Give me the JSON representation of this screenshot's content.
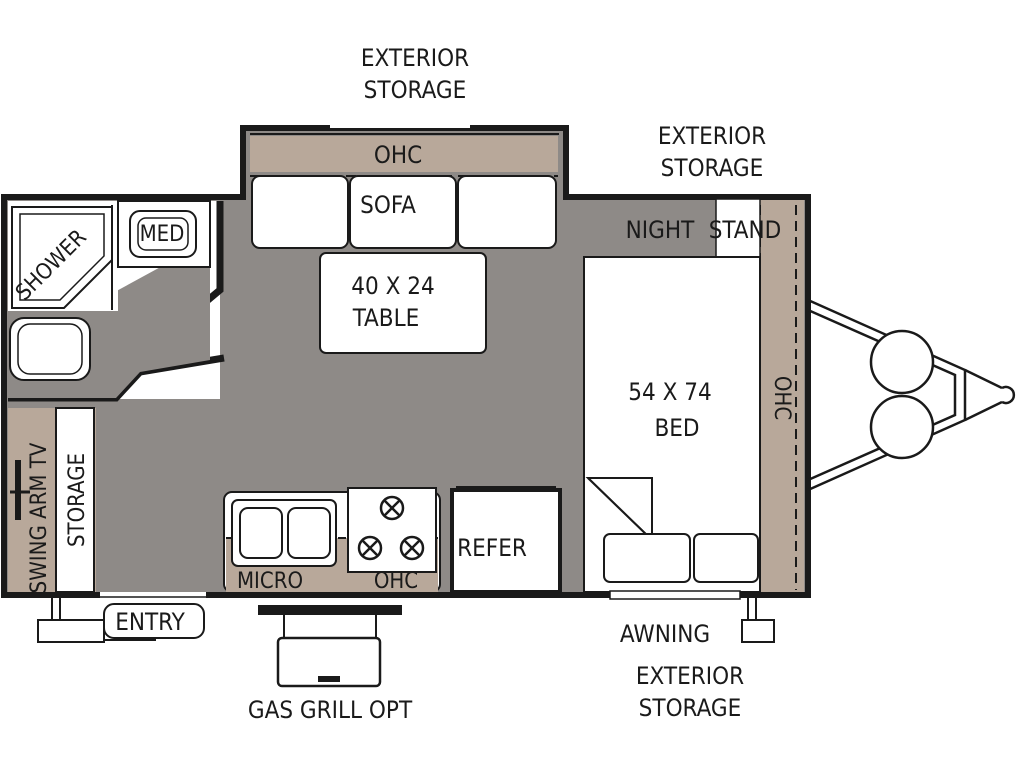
{
  "floorplan": {
    "labels": {
      "exterior_storage_top": [
        "EXTERIOR",
        "STORAGE"
      ],
      "exterior_storage_right": [
        "EXTERIOR",
        "STORAGE"
      ],
      "exterior_storage_bottom": [
        "EXTERIOR",
        "STORAGE"
      ],
      "ohc_slide": "OHC",
      "sofa": "SOFA",
      "table": [
        "40 X 24",
        "TABLE"
      ],
      "night": "NIGHT",
      "stand": "STAND",
      "ohc_bed": "OHC",
      "bed": [
        "54 X 74",
        "BED"
      ],
      "shower": "SHOWER",
      "med": "MED",
      "swing_arm_tv": "SWING ARM TV",
      "storage_left": "STORAGE",
      "micro": "MICRO",
      "ohc_kitchen": "OHC",
      "refer": "REFER",
      "entry": "ENTRY",
      "gas_grill": "GAS GRILL OPT",
      "awning": "AWNING"
    },
    "colors": {
      "floor": "#8e8a87",
      "cabinet": "#b8a89a",
      "wall": "#1a1a1a",
      "fixture": "#ffffff"
    }
  }
}
